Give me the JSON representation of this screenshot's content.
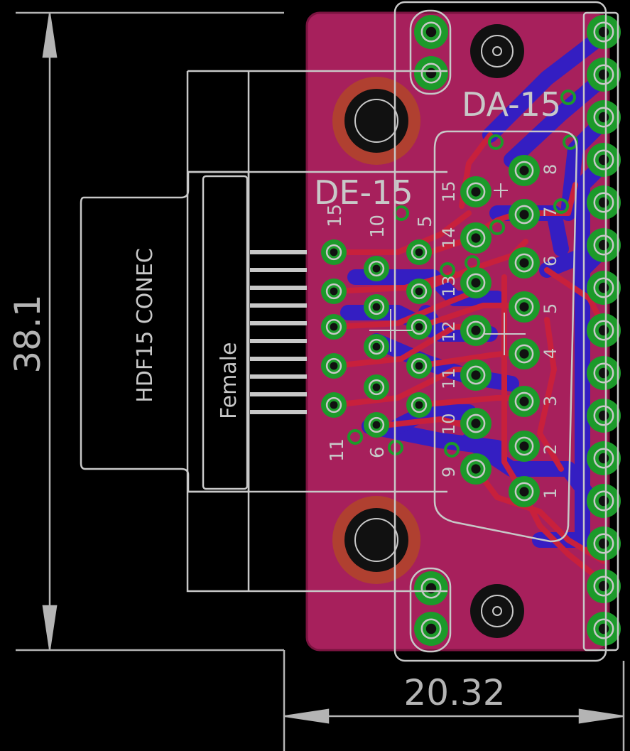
{
  "dimensions": {
    "height_label": "38.1",
    "width_label": "20.32"
  },
  "silkscreen": {
    "de15_label": "DE-15",
    "da15_label": "DA-15",
    "part_name": "HDF15 CONEC",
    "gender": "Female"
  },
  "de15_pin_labels": [
    "15",
    "10",
    "5",
    "11",
    "6"
  ],
  "da15_pin_labels": [
    "15",
    "14",
    "13",
    "12",
    "11",
    "10",
    "9",
    "8",
    "7",
    "6",
    "5",
    "4",
    "3",
    "2",
    "1"
  ],
  "colors": {
    "background": "#000000",
    "board": "#a7205c",
    "board_edge": "#7a1440",
    "top_copper": "#c8203c",
    "bottom_copper": "#2e1ec8",
    "pad": "#1c9a2a",
    "silk": "#c8c8c8",
    "dimension": "#b4b4b4",
    "hole": "#111111"
  }
}
